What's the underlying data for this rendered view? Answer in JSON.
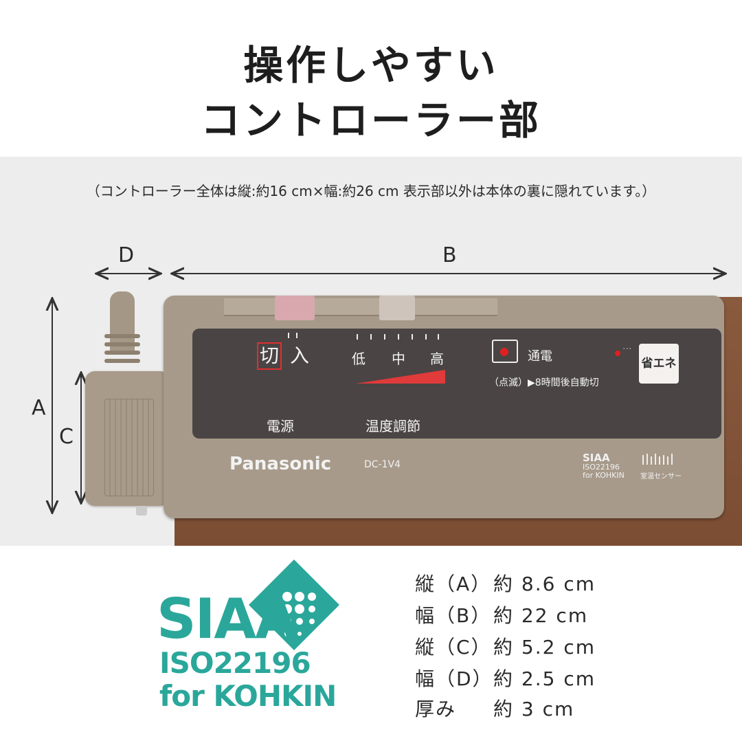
{
  "headline": {
    "line1": "操作しやすい",
    "line2": "コントローラー部"
  },
  "note": "（コントローラー全体は縦:約16 cm×幅:約26 cm 表示部以外は本体の裏に隠れています。）",
  "dimensions": {
    "A": "A",
    "B": "B",
    "C": "C",
    "D": "D"
  },
  "controller": {
    "power_off": "切",
    "power_on": "入",
    "heat_low": "低",
    "heat_mid": "中",
    "heat_high": "高",
    "energized": "通電",
    "blink_note": "（点滅）▶8時間後自動切",
    "eco_button": "省エネ",
    "power_label": "電源",
    "temp_label": "温度調節",
    "brand": "Panasonic",
    "model": "DC-1V4",
    "siaa_small": {
      "name": "SIAA",
      "iso": "ISO22196",
      "for": "for KOHKIN"
    },
    "sensor_label": "室温センサー"
  },
  "logo": {
    "name": "SIAA",
    "iso": "ISO22196",
    "for": "for KOHKIN",
    "color": "#2aa79a"
  },
  "specs": [
    {
      "key": "縦（A）",
      "value": "約 8.6 cm"
    },
    {
      "key": "幅（B）",
      "value": "約 22 cm"
    },
    {
      "key": "縦（C）",
      "value": "約 5.2 cm"
    },
    {
      "key": "幅（D）",
      "value": "約 2.5 cm"
    },
    {
      "key": "厚み",
      "value": "約 3 cm"
    }
  ]
}
